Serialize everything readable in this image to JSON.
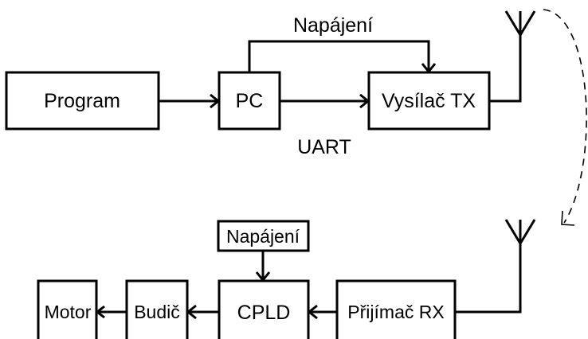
{
  "blocks": {
    "program": "Program",
    "pc": "PC",
    "tx": "Vysílač TX",
    "power_top": "Napájení",
    "uart": "UART",
    "power_bottom": "Napájení",
    "motor": "Motor",
    "driver": "Budič",
    "cpld": "CPLD",
    "rx": "Přijímač RX"
  },
  "icons": {
    "antenna": "antenna-icon"
  }
}
